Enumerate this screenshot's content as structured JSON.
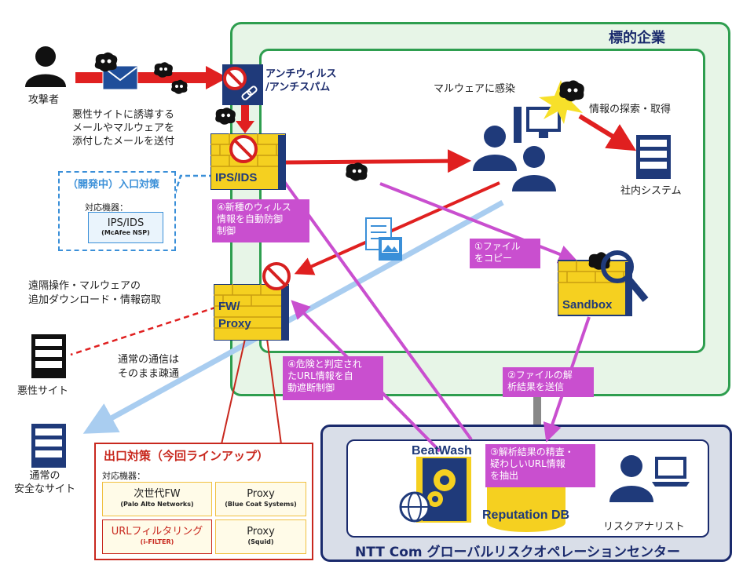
{
  "target_org": {
    "title": "標的企業"
  },
  "attacker": {
    "label": "攻撃者"
  },
  "antivirus": {
    "line1": "アンチウィルス",
    "line2": "/アンチスパム"
  },
  "email_desc": {
    "line1": "悪性サイトに誘導する",
    "line2": "メールやマルウェアを",
    "line3": "添付したメールを送付"
  },
  "ips": {
    "label": "IPS/IDS"
  },
  "dev_panel": {
    "title": "（開発中）入口対策",
    "devices_label": "対応機器：",
    "product": "IPS/IDS",
    "vendor": "McAfee NSP"
  },
  "infection": {
    "label": "マルウェアに感染"
  },
  "info_search": {
    "label": "情報の探索・取得"
  },
  "internal_system": {
    "label": "社内システム"
  },
  "step4a": {
    "line1": "④新種のウィルス",
    "line2": "情報を自動防御",
    "line3": "制御"
  },
  "step1": {
    "line1": "①ファイル",
    "line2": "をコピー"
  },
  "remote_op": {
    "line1": "遠隔操作・マルウェアの",
    "line2": "追加ダウンロード・情報窃取"
  },
  "fw_proxy": {
    "line1": "FW/",
    "line2": "Proxy"
  },
  "sandbox": {
    "label": "Sandbox"
  },
  "malicious_site": {
    "label": "悪性サイト"
  },
  "normal_comm": {
    "line1": "通常の通信は",
    "line2": "そのまま疎通"
  },
  "step4b": {
    "line1": "④危険と判定され",
    "line2": "たURL情報を自",
    "line3": "動遮断制御"
  },
  "step2": {
    "line1": "②ファイルの解",
    "line2": "析結果を送信"
  },
  "safe_site": {
    "line1": "通常の",
    "line2": "安全なサイト"
  },
  "exit_panel": {
    "title": "出口対策（今回ラインアップ）",
    "devices_label": "対応機器：",
    "cells": [
      {
        "product": "次世代FW",
        "vendor": "(Palo Alto Networks)"
      },
      {
        "product": "Proxy",
        "vendor": "(Blue Coat Systems)"
      },
      {
        "product": "URLフィルタリング",
        "vendor": "(i-FILTER)"
      },
      {
        "product": "Proxy",
        "vendor": "(Squid)"
      }
    ]
  },
  "soc": {
    "title": "NTT Com グローバルリスクオペレーションセンター"
  },
  "beatwash": {
    "label": "BeatWash"
  },
  "reputation_db": {
    "label": "Reputation DB"
  },
  "step3": {
    "line1": "③解析結果の精査・",
    "line2": "疑わしいURL情報",
    "line3": "を抽出"
  },
  "risk_analyst": {
    "label": "リスクアナリスト"
  },
  "colors": {
    "target_border": "#2e9e4f",
    "target_fill": "#e6f5e6",
    "soc_border": "#1a2a6c",
    "soc_fill": "#d9dee8",
    "pink": "#c94fcf",
    "red": "#e02020",
    "navy": "#1f3a7a",
    "yellow": "#f5d020"
  }
}
